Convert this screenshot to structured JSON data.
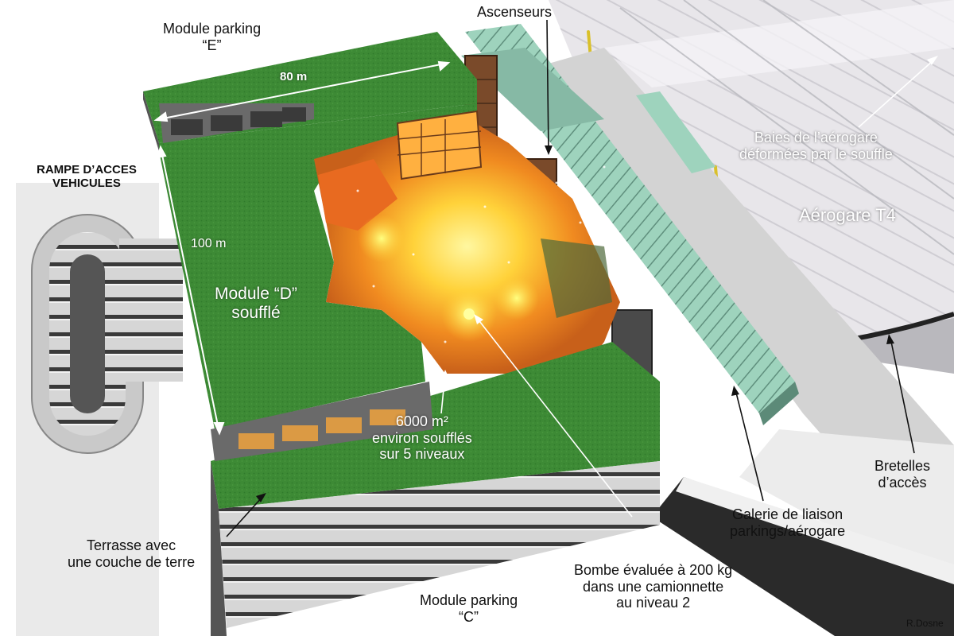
{
  "labels": {
    "module_e": [
      "Module parking",
      "“E”"
    ],
    "dim_80": "80 m",
    "dim_100": "100 m",
    "rampe": [
      "RAMPE D’ACCES",
      "VEHICULES"
    ],
    "ascenseurs": "Ascenseurs",
    "baies": [
      "Baies de l’aérogare",
      "déformées par le souffle"
    ],
    "aerogare": "Aérogare T4",
    "module_d": [
      "Module “D”",
      "soufflé"
    ],
    "surface": [
      "6000 m²",
      "environ soufflés",
      "sur 5 niveaux"
    ],
    "terrasse": [
      "Terrasse avec",
      "une couche de terre"
    ],
    "module_c": [
      "Module parking",
      "“C”"
    ],
    "bombe": [
      "Bombe évaluée à 200 kg",
      "dans une camionnette",
      "au niveau 2"
    ],
    "galerie": [
      "Galerie de liaison",
      "parkings/aérogare"
    ],
    "bretelles": [
      "Bretelles",
      "d’accès"
    ],
    "credit": "R.Dosne"
  },
  "colors": {
    "grass": "#3d8a35",
    "grass_dark": "#2c6a28",
    "facade": "#c8c8c8",
    "glass_walkway": "#8fc9b0",
    "explosion": "#f0a030",
    "fire_core": "#ffe640",
    "yellow_mast": "#e0c020"
  }
}
